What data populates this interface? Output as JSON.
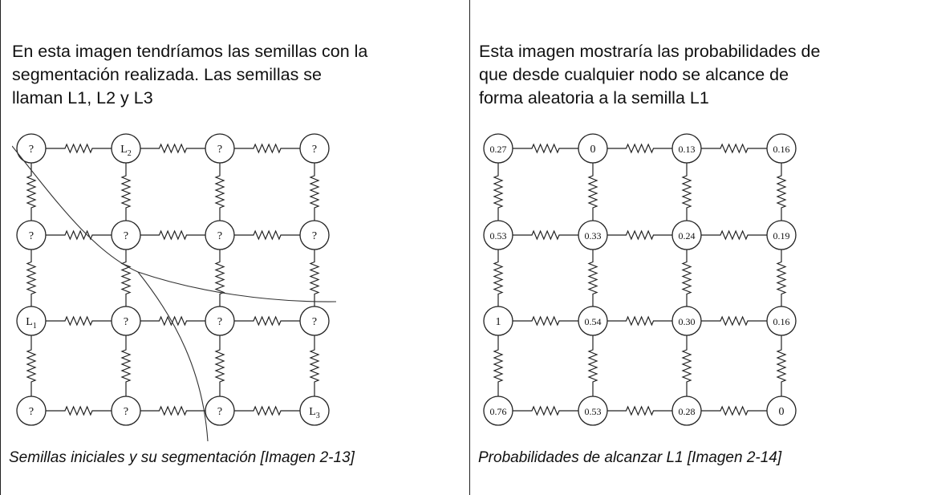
{
  "left": {
    "description_lines": [
      "En esta imagen tendríamos las semillas con la",
      "segmentación realizada. Las semillas se",
      "llaman L1, L2 y L3"
    ],
    "caption": "Semillas iniciales y su segmentación [Imagen 2-13]",
    "grid": [
      [
        "?",
        "L2",
        "?",
        "?"
      ],
      [
        "?",
        "?",
        "?",
        "?"
      ],
      [
        "L1",
        "?",
        "?",
        "?"
      ],
      [
        "?",
        "?",
        "?",
        "L3"
      ]
    ]
  },
  "right": {
    "description_lines": [
      "Esta imagen mostraría las probabilidades de",
      "que desde cualquier nodo se alcance de",
      "forma aleatoria a la semilla L1"
    ],
    "caption": "Probabilidades de alcanzar L1 [Imagen 2-14]",
    "grid": [
      [
        "0.27",
        "0",
        "0.13",
        "0.16"
      ],
      [
        "0.53",
        "0.33",
        "0.24",
        "0.19"
      ],
      [
        "1",
        "0.54",
        "0.30",
        "0.16"
      ],
      [
        "0.76",
        "0.53",
        "0.28",
        "0"
      ]
    ]
  }
}
